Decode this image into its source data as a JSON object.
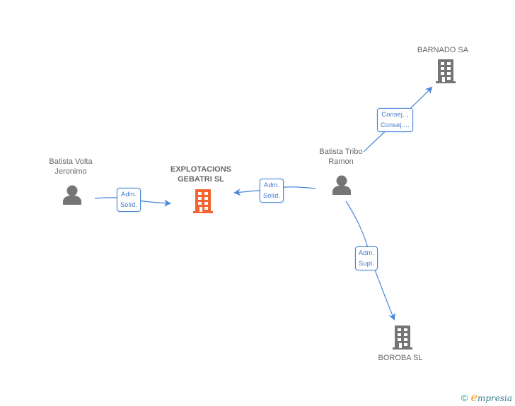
{
  "nodes": {
    "main_company": {
      "label_line1": "EXPLOTACIONS",
      "label_line2": "GEBATRI SL",
      "type": "company",
      "color": "#f26532"
    },
    "person_volta": {
      "label_line1": "Batista Volta",
      "label_line2": "Jeronimo",
      "type": "person",
      "color": "#757575"
    },
    "person_tribo": {
      "label_line1": "Batista Tribo",
      "label_line2": "Ramon",
      "type": "person",
      "color": "#757575"
    },
    "barnado": {
      "label": "BARNADO SA",
      "type": "company",
      "color": "#757575"
    },
    "boroba": {
      "label": "BOROBA  SL",
      "type": "company",
      "color": "#757575"
    }
  },
  "edges": [
    {
      "from": "person_volta",
      "to": "main_company",
      "line1": "Adm.",
      "line2": "Solid."
    },
    {
      "from": "person_tribo",
      "to": "main_company",
      "line1": "Adm.",
      "line2": "Solid."
    },
    {
      "from": "person_tribo",
      "to": "barnado",
      "line1": "Consej. ,",
      "line2": "Consej...."
    },
    {
      "from": "person_tribo",
      "to": "boroba",
      "line1": "Adm.",
      "line2": "Supl."
    }
  ],
  "colors": {
    "edge": "#4a86d8"
  },
  "footer": {
    "copyright_symbol": "©",
    "brand_initial": "e",
    "brand_rest": "mpresia"
  }
}
